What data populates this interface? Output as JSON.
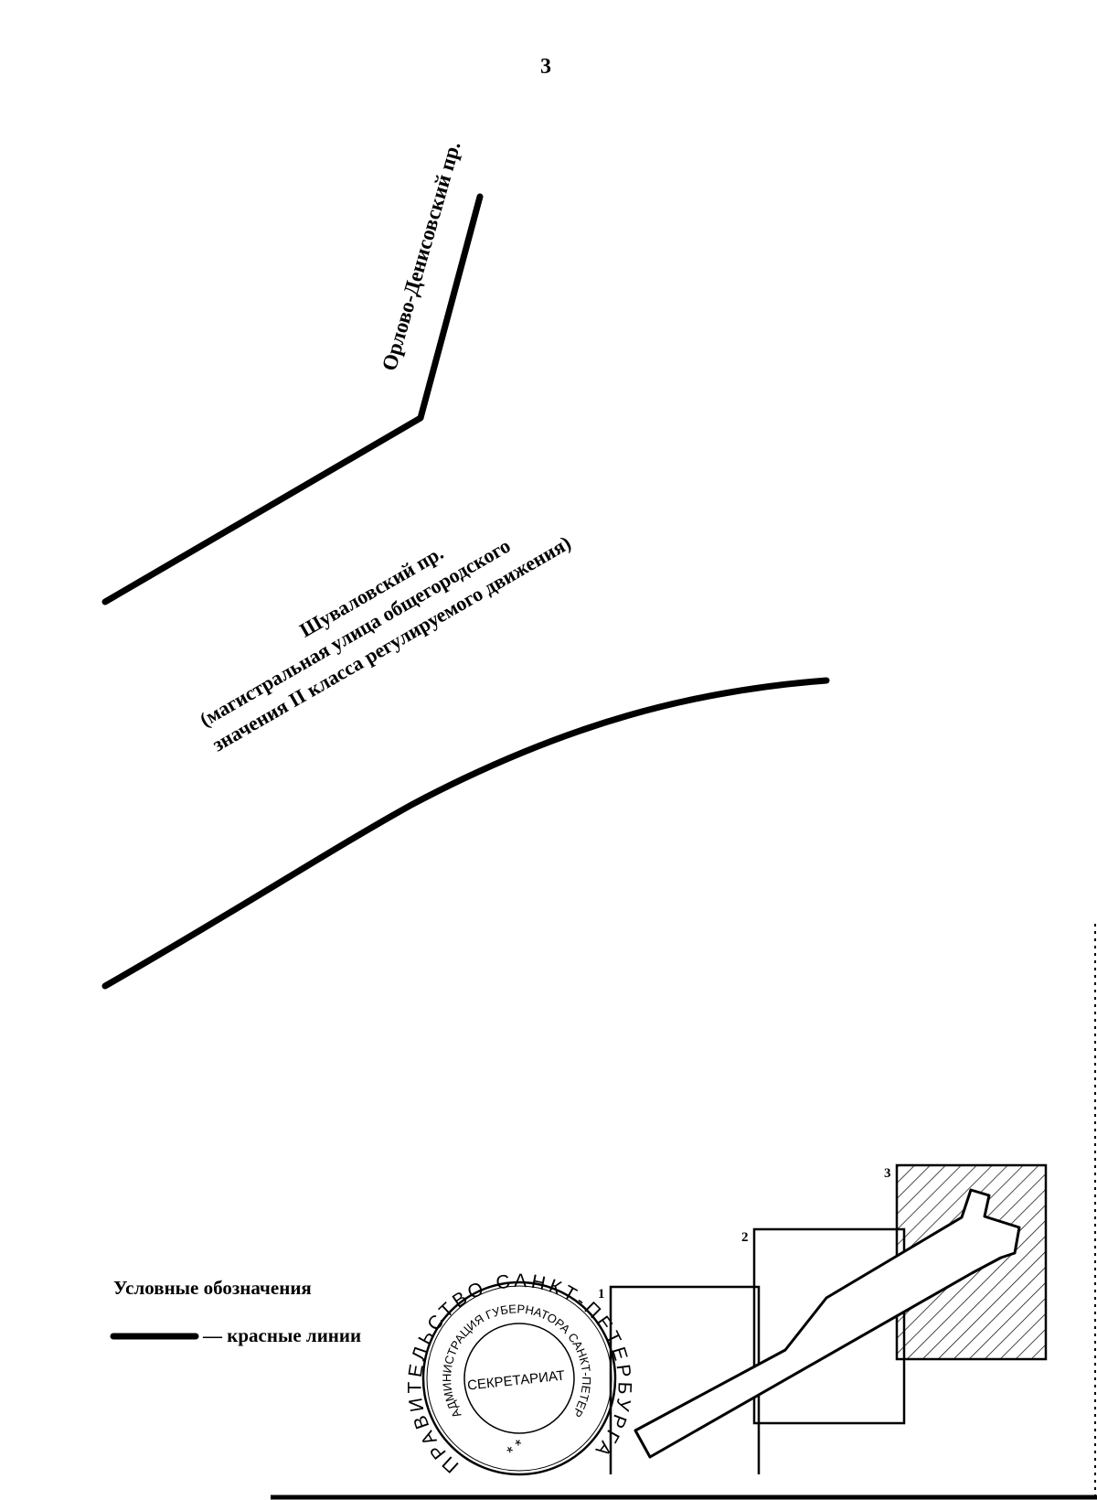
{
  "page_number": "3",
  "streets": {
    "orlovo_denisovsky": "Орлово-Денисовский пр.",
    "shuvalovsky_name": "Шуваловский пр.",
    "shuvalovsky_desc_line1": "(магистральная улица общегородского",
    "shuvalovsky_desc_line2": "значения II класса регулируемого движения)"
  },
  "legend": {
    "title": "Условные обозначения",
    "red_lines_label": "— красные линии"
  },
  "stamp": {
    "outer_text": "ПРАВИТЕЛЬСТВО САНКТ-ПЕТЕРБУРГА",
    "inner_text": "АДМИНИСТРАЦИЯ ГУБЕРНАТОРА САНКТ-ПЕТЕРБУРГА",
    "center_text": "СЕКРЕТАРИАТ",
    "stars": "* *"
  },
  "key_map": {
    "sheet_labels": [
      "1",
      "2",
      "3"
    ]
  }
}
